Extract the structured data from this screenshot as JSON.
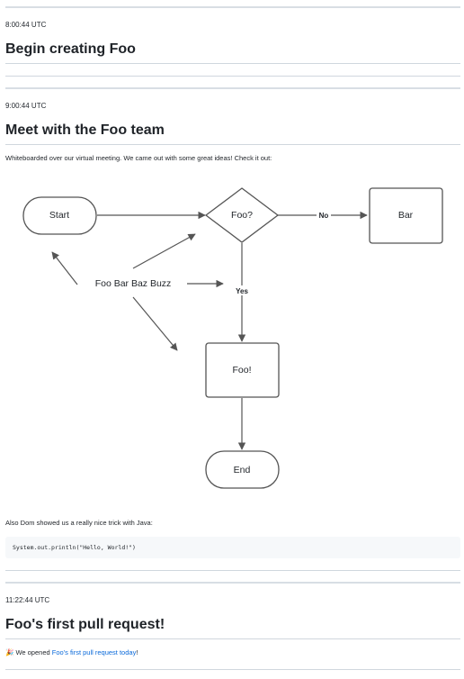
{
  "entries": [
    {
      "time": "8:00:44 UTC",
      "title": "Begin creating Foo"
    },
    {
      "time": "9:00:44 UTC",
      "title": "Meet with the Foo team",
      "intro": "Whiteboarded over our virtual meeting. We came out with some great ideas! Check it out:",
      "outro": "Also Dom showed us a really nice trick with Java:",
      "code": "System.out.println(\"Hello, World!\")"
    },
    {
      "time": "11:22:44 UTC",
      "title": "Foo's first pull request!",
      "emoji": "🎉",
      "text_before": "We opened",
      "link": "Foo's first pull request today",
      "text_after": "!"
    }
  ],
  "diagram": {
    "start": "Start",
    "decision": "Foo?",
    "no_label": "No",
    "yes_label": "Yes",
    "bar": "Bar",
    "foo": "Foo!",
    "end": "End",
    "buzz": "Foo Bar Baz Buzz"
  },
  "colors": {
    "text": "#1f2328",
    "rule": "#d0d7de",
    "code_bg": "#f6f8fa",
    "link": "#0969da",
    "diagram_stroke": "#555555"
  }
}
